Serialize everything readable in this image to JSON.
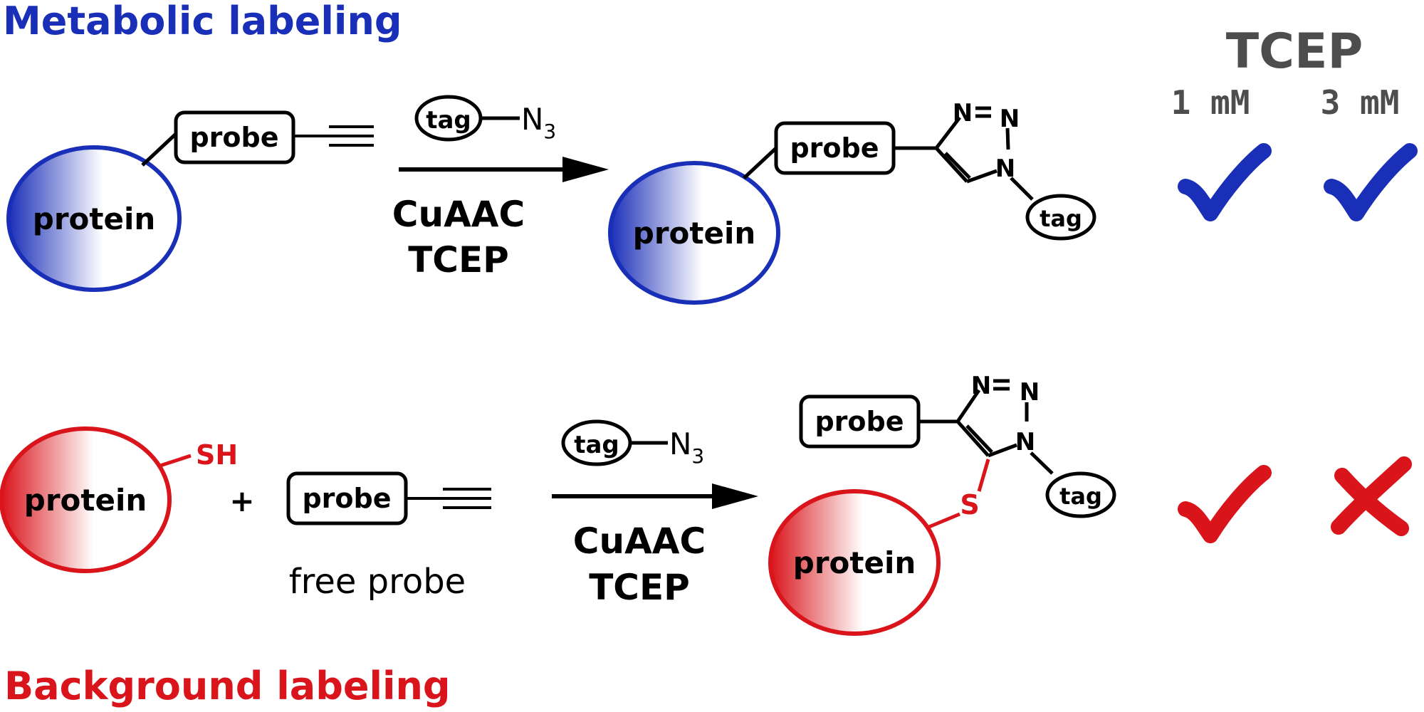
{
  "titles": {
    "metabolic": "Metabolic labeling",
    "background": "Background labeling"
  },
  "tcep_header": {
    "label": "TCEP",
    "col1": "1 mM",
    "col2": "3 mM"
  },
  "labels": {
    "protein": "protein",
    "probe": "probe",
    "tag": "tag",
    "azide_n": "N",
    "azide_sub": "3",
    "cuaac": "CuAAC",
    "tcep": "TCEP",
    "sh": "SH",
    "s": "S",
    "plus": "+",
    "free_probe": "free probe",
    "n": "N"
  },
  "results": {
    "metabolic": [
      "check",
      "check"
    ],
    "background": [
      "check",
      "cross"
    ]
  },
  "colors": {
    "metabolic": "#1a2fb8",
    "background": "#d9141b",
    "header_gray": "#4d4d4d",
    "black": "#000000"
  }
}
